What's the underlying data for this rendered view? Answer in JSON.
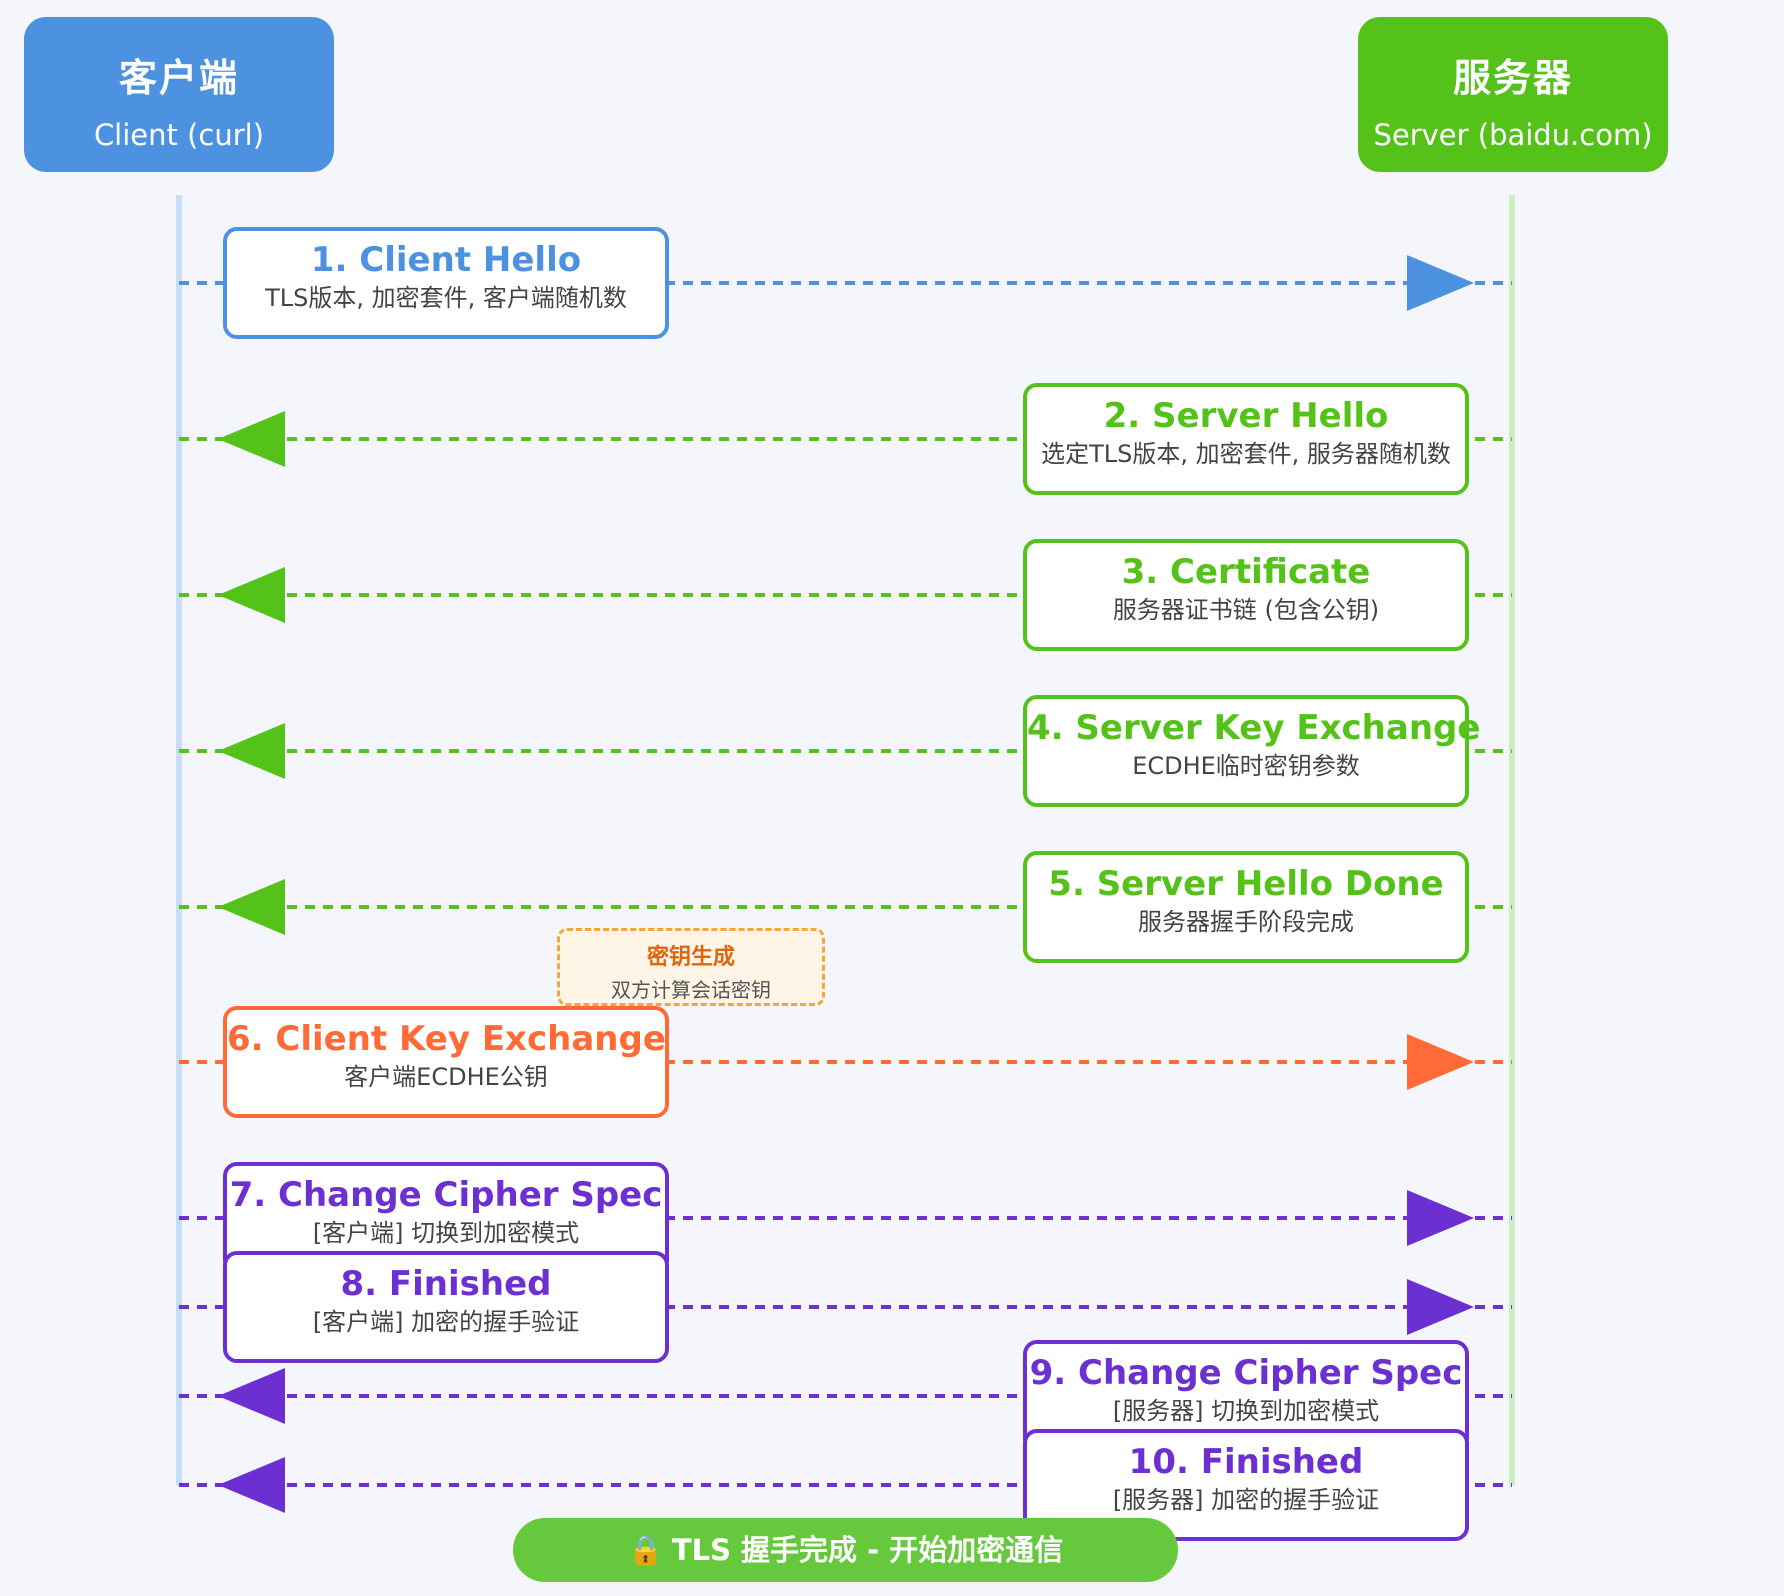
{
  "colors": {
    "client": "#4c92e0",
    "server": "#55c21a",
    "exchange": "#ff6a36",
    "cipher": "#6c2fd1",
    "note_border": "#f5a53a",
    "banner": "#66c83c"
  },
  "client": {
    "title": "客户端",
    "subtitle": "Client (curl)"
  },
  "server": {
    "title": "服务器",
    "subtitle": "Server (baidu.com)"
  },
  "messages": [
    {
      "title": "1. Client Hello",
      "desc": "TLS版本, 加密套件, 客户端随机数",
      "direction": "to-server",
      "color": "#4c92e0"
    },
    {
      "title": "2. Server Hello",
      "desc": "选定TLS版本, 加密套件, 服务器随机数",
      "direction": "to-client",
      "color": "#55c21a"
    },
    {
      "title": "3. Certificate",
      "desc": "服务器证书链 (包含公钥)",
      "direction": "to-client",
      "color": "#55c21a"
    },
    {
      "title": "4. Server Key Exchange",
      "desc": "ECDHE临时密钥参数",
      "direction": "to-client",
      "color": "#55c21a"
    },
    {
      "title": "5. Server Hello Done",
      "desc": "服务器握手阶段完成",
      "direction": "to-client",
      "color": "#55c21a"
    },
    {
      "title": "6. Client Key Exchange",
      "desc": "客户端ECDHE公钥",
      "direction": "to-server",
      "color": "#ff6a36"
    },
    {
      "title": "7. Change Cipher Spec",
      "desc": "[客户端] 切换到加密模式",
      "direction": "to-server",
      "color": "#6c2fd1"
    },
    {
      "title": "8. Finished",
      "desc": "[客户端] 加密的握手验证",
      "direction": "to-server",
      "color": "#6c2fd1"
    },
    {
      "title": "9. Change Cipher Spec",
      "desc": "[服务器] 切换到加密模式",
      "direction": "to-client",
      "color": "#6c2fd1"
    },
    {
      "title": "10. Finished",
      "desc": "[服务器] 加密的握手验证",
      "direction": "to-client",
      "color": "#6c2fd1"
    }
  ],
  "note": {
    "title": "密钥生成",
    "desc": "双方计算会话密钥"
  },
  "banner": {
    "icon": "lock-icon",
    "glyph": "🔒",
    "text": "TLS 握手完成 - 开始加密通信"
  }
}
